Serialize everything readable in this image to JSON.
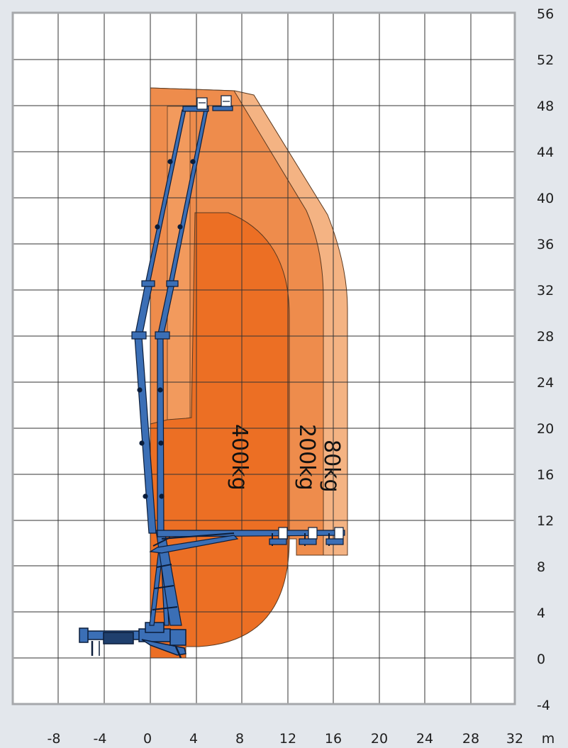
{
  "diagram": {
    "type": "aerial-platform-working-range",
    "x_unit": "m",
    "x_ticks": [
      -8,
      -4,
      0,
      4,
      8,
      12,
      16,
      20,
      24,
      28,
      32
    ],
    "y_ticks": [
      56,
      52,
      48,
      44,
      40,
      36,
      32,
      28,
      24,
      20,
      16,
      12,
      8,
      4,
      0,
      -4
    ],
    "x_range": [
      -12,
      32
    ],
    "y_range": [
      -4,
      56
    ],
    "grid": true,
    "zones": [
      {
        "label": "80kg",
        "color": "#f4b383",
        "outline": "#5c3a20"
      },
      {
        "label": "200kg",
        "color": "#ee8c4c",
        "outline": "#5c3a20"
      },
      {
        "label": "400kg",
        "color": "#ec6f24",
        "outline": "#5c3a20"
      }
    ],
    "colors": {
      "background": "#e3e7ec",
      "plot_background": "#ffffff",
      "grid": "#333333",
      "frame": "#a6a8ab",
      "boom": "#3b6fb6",
      "boom_outline": "#0b1d3a"
    }
  }
}
